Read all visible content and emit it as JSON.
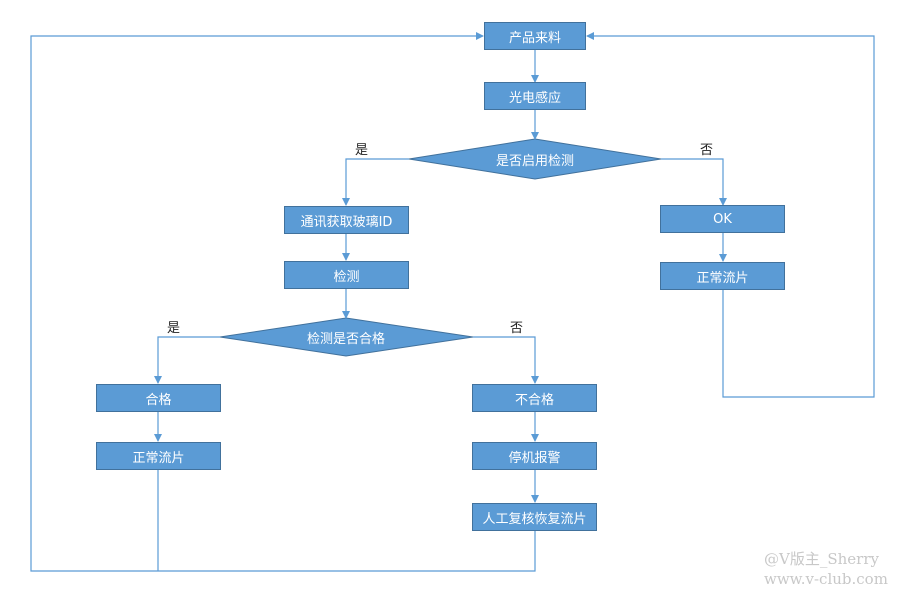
{
  "nodes": {
    "incoming": "产品来料",
    "sensor": "光电感应",
    "enable_check": "是否启用检测",
    "ok": "OK",
    "normal_flow_right": "正常流片",
    "read_glass_id": "通讯获取玻璃ID",
    "inspect": "检测",
    "pass_check": "检测是否合格",
    "pass": "合格",
    "normal_flow_left": "正常流片",
    "fail": "不合格",
    "stop_alarm": "停机报警",
    "manual_recover": "人工复核恢复流片"
  },
  "branch_labels": {
    "enable_yes": "是",
    "enable_no": "否",
    "pass_yes": "是",
    "pass_no": "否"
  },
  "watermark": {
    "line1": "@V版主_Sherry",
    "line2": "www.v-club.com"
  },
  "colors": {
    "box_fill": "#5B9BD5",
    "box_border": "#41719C",
    "connector": "#5B9BD5"
  }
}
